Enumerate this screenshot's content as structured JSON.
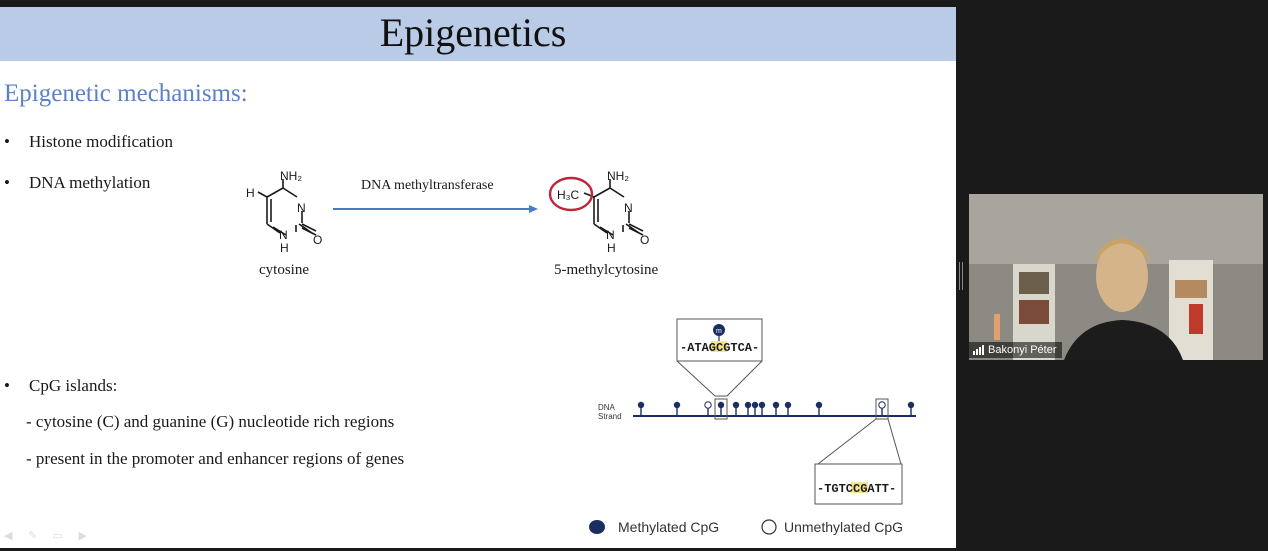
{
  "slide": {
    "title": "Epigenetics",
    "subtitle": "Epigenetic mechanisms:",
    "bullets": {
      "histone": "Histone modification",
      "dna_methylation": "DNA methylation",
      "cpg": "CpG islands:"
    },
    "bullet_symbol": "•",
    "cpg_points": [
      "- cytosine (C) and guanine (G) nucleotide rich regions",
      "- present in the promoter and enhancer regions of genes"
    ],
    "reaction": {
      "enzyme": "DNA methyltransferase",
      "substrate": "cytosine",
      "product": "5-methylcytosine",
      "atoms": {
        "nh2": "NH₂",
        "h": "H",
        "n": "N",
        "nh": "N",
        "nh_h": "H",
        "o": "O",
        "methyl": "H₃C"
      }
    },
    "cpg_diagram": {
      "strand_label_1": "DNA",
      "strand_label_2": "Strand",
      "methyl_mark": "m",
      "methylated_sequence": "-ATAGCGTCA-",
      "unmethylated_sequence": "-TGTCCGATT-",
      "legend_methylated": "Methylated CpG",
      "legend_unmethylated": "Unmethylated CpG",
      "methylated_color": "#1b2e63",
      "highlight_color": "#f3e58f"
    }
  },
  "participant": {
    "name": "Bakonyi Péter"
  },
  "colors": {
    "title_bar": "#b9cbe7",
    "subtitle": "#5b82c4",
    "arrow": "#4a7cc0",
    "methyl_circle": "#c0263a",
    "background": "#1a1a1a"
  }
}
